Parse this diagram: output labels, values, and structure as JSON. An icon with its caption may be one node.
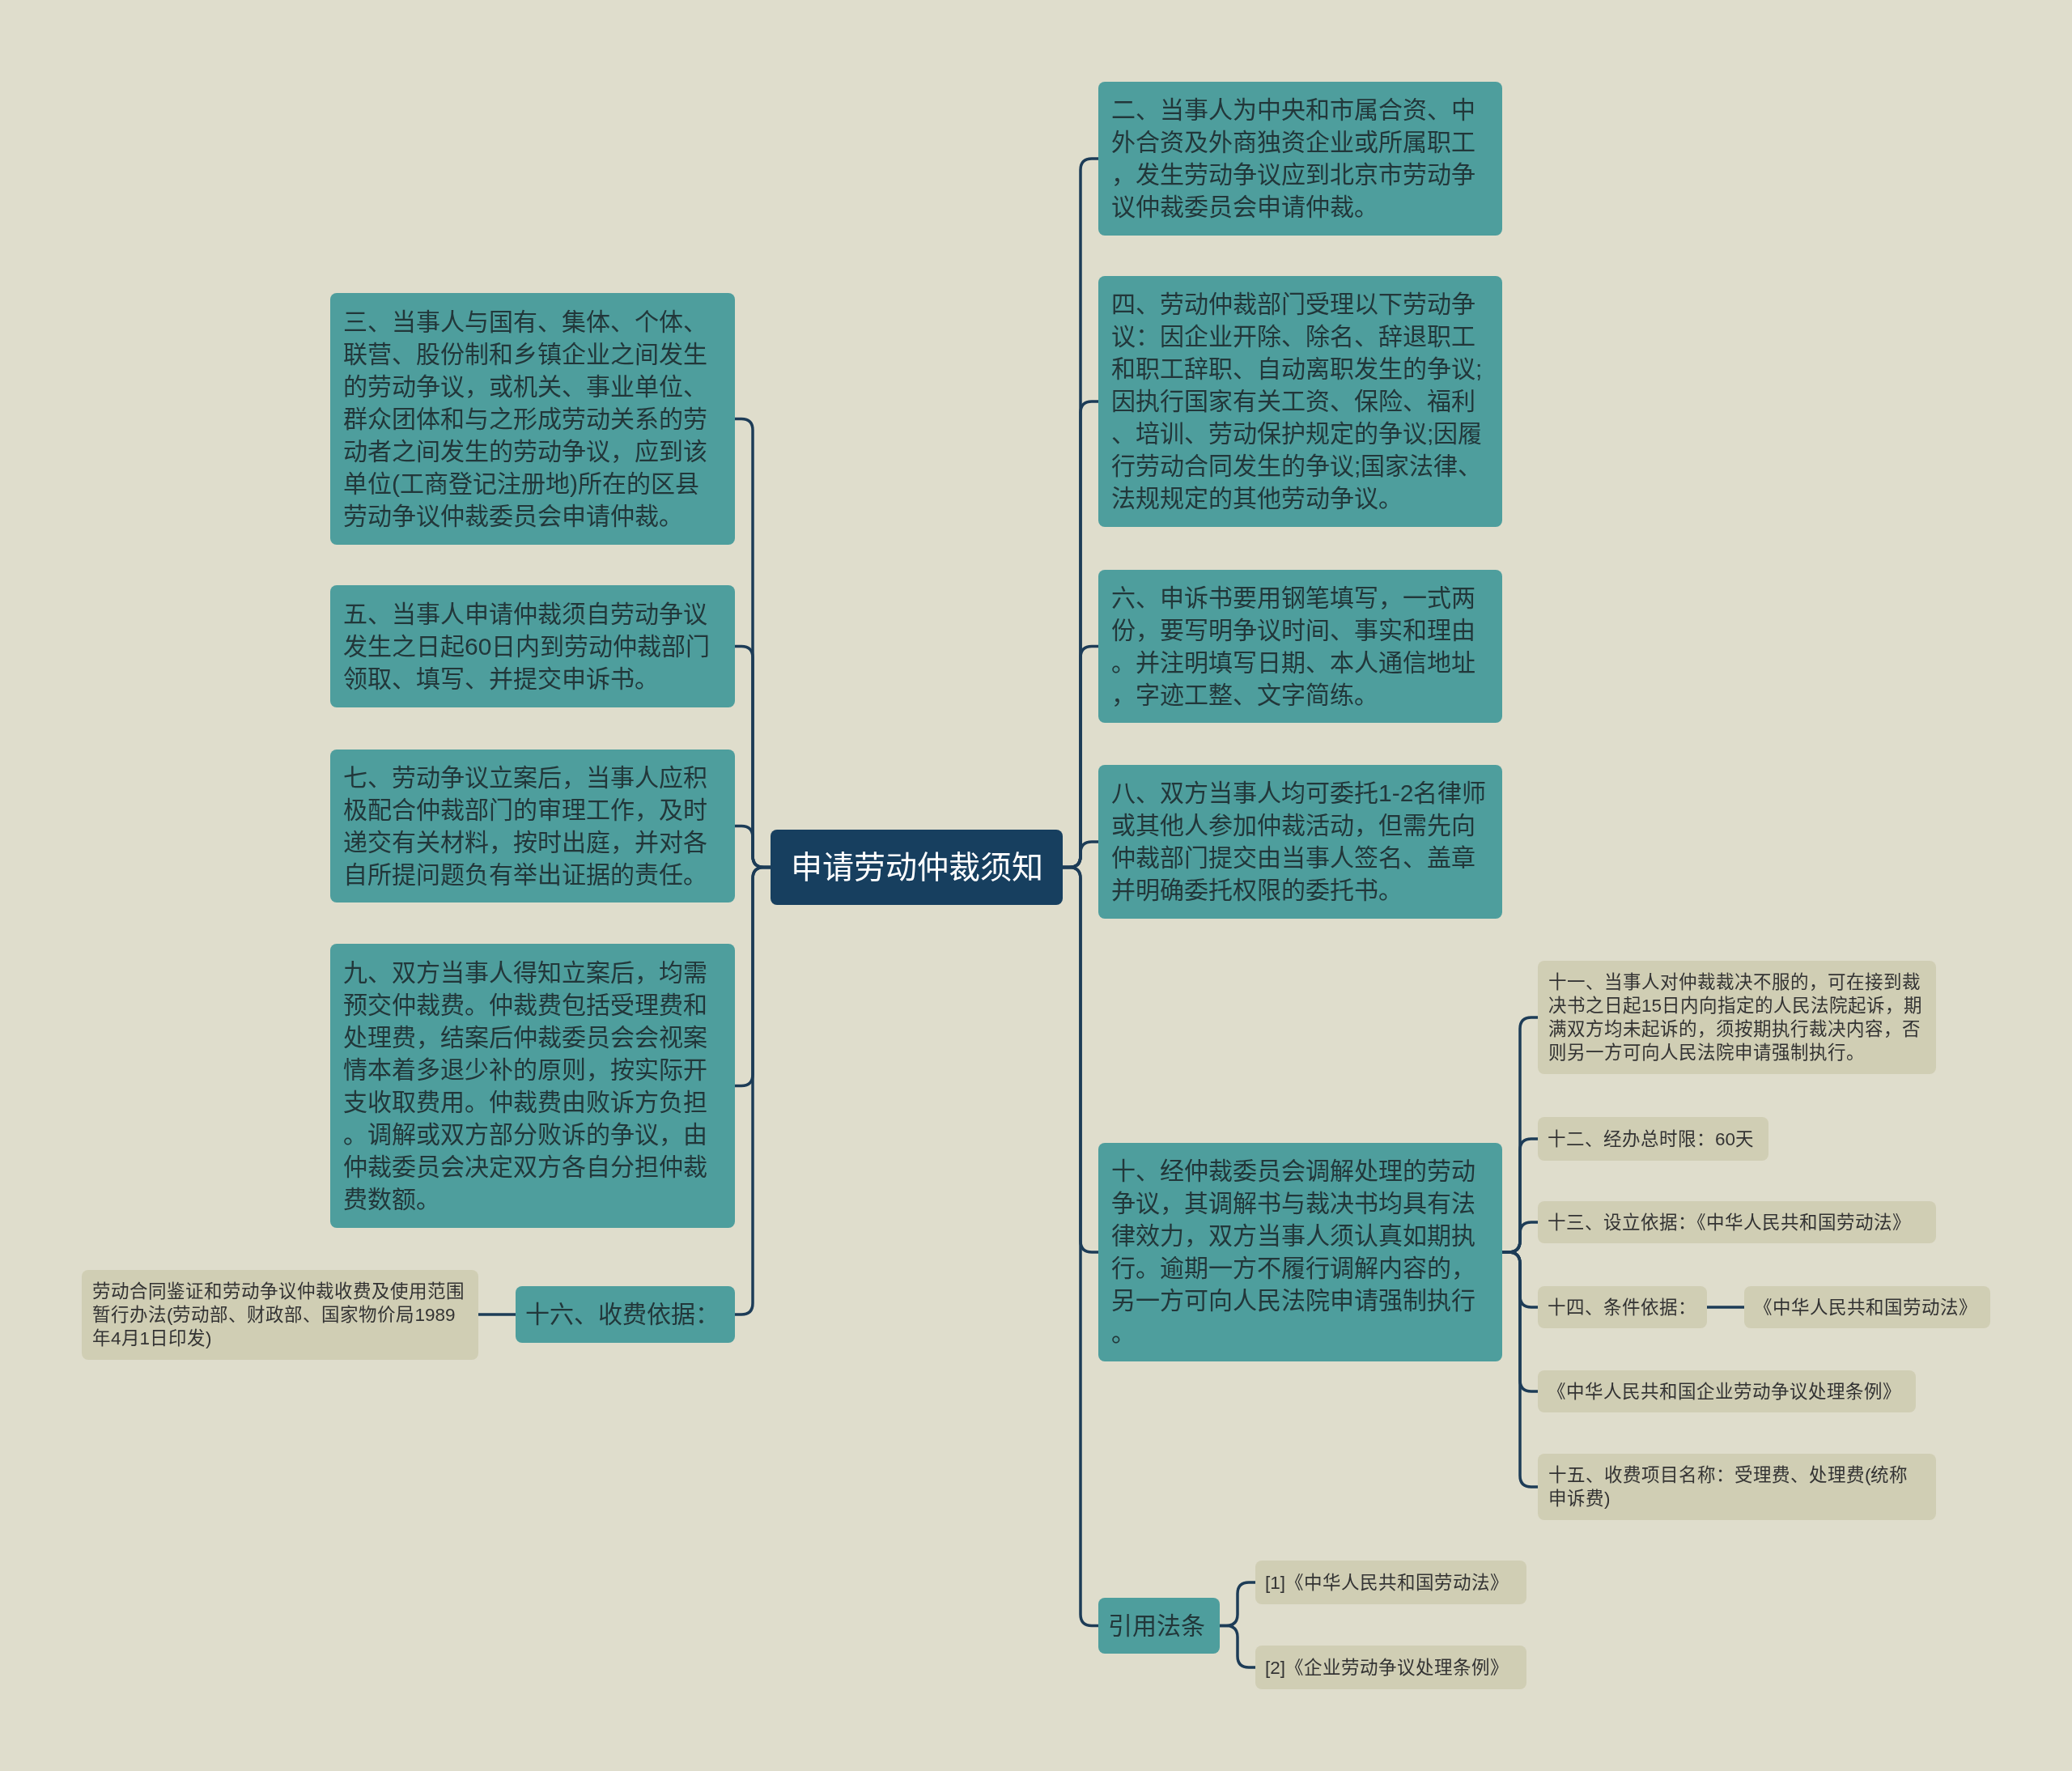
{
  "diagram": {
    "nodes": [
      {
        "text": [
          "申请劳动仲裁须知"
        ]
      },
      {
        "text": [
          "二、当事人为中央和市属合资、中外合资及外商独资企业或所属职工，发生劳动争议应到北京市劳动争议仲裁委员会申请仲裁。"
        ]
      },
      {
        "text": [
          "四、劳动仲裁部门受理以下劳动争议：因企业开除、除名、辞退职工和职工辞职、自动离职发生的争议;因执行国家有关工资、保险、福利、培训、劳动保护规定的争议;因履行劳动合同发生的争议;国家法律、法规规定的其他劳动争议。"
        ]
      },
      {
        "text": [
          "六、申诉书要用钢笔填写，一式两份，要写明争议时间、事实和理由。并注明填写日期、本人通信地址，字迹工整、文字简练。"
        ]
      },
      {
        "text": [
          "八、双方当事人均可委托1-2名律师或其他人参加仲裁活动，但需先向仲裁部门提交由当事人签名、盖章并明确委托权限的委托书。"
        ]
      },
      {
        "text": [
          "十、经仲裁委员会调解处理的劳动争议，其调解书与裁决书均具有法律效力，双方当事人须认真如期执行。逾期一方不履行调解内容的，另一方可向人民法院申请强制执行。"
        ]
      },
      {
        "text": [
          "十一、当事人对仲裁裁决不服的，可在接到裁决书之日起15日内向指定的人民法院起诉，期满双方均未起诉的，须按期执行裁决内容，否则另一方可向人民法院申请强制执行。"
        ]
      },
      {
        "text": [
          "十二、经办总时限：60天"
        ]
      },
      {
        "text": [
          "十三、设立依据：《中华人民共和国劳动法》"
        ]
      },
      {
        "text": [
          "十四、条件依据："
        ]
      },
      {
        "text": [
          "《中华人民共和国劳动法》"
        ]
      },
      {
        "text": [
          "《中华人民共和国企业劳动争议处理条例》"
        ]
      },
      {
        "text": [
          "十五、收费项目名称：受理费、处理费(统称申诉费)"
        ]
      },
      {
        "text": [
          "引用法条"
        ]
      },
      {
        "text": [
          "[1]《中华人民共和国劳动法》"
        ]
      },
      {
        "text": [
          "[2]《企业劳动争议处理条例》"
        ]
      },
      {
        "text": [
          "三、当事人与国有、集体、个体、联营、股份制和乡镇企业之间发生的劳动争议，或机关、事业单位、群众团体和与之形成劳动关系的劳动者之间发生的劳动争议，应到该单位(工商登记注册地)所在的区县劳动争议仲裁委员会申请仲裁。"
        ]
      },
      {
        "text": [
          "五、当事人申请仲裁须自劳动争议发生之日起60日内到劳动仲裁部门领取、填写、并提交申诉书。"
        ]
      },
      {
        "text": [
          "七、劳动争议立案后，当事人应积极配合仲裁部门的审理工作，及时递交有关材料，按时出庭，并对各自所提问题负有举出证据的责任。"
        ]
      },
      {
        "text": [
          "九、双方当事人得知立案后，均需预交仲裁费。仲裁费包括受理费和处理费，结案后仲裁委员会会视案情本着多退少补的原则，按实际开支收取费用。仲裁费由败诉方负担。调解或双方部分败诉的争议，由仲裁委员会决定双方各自分担仲裁费数额。"
        ]
      },
      {
        "text": [
          "十六、收费依据："
        ]
      },
      {
        "text": [
          "劳动合同鉴证和劳动争议仲裁收费及使用范围暂行办法(劳动部、财政部、国家物价局1989年4月1日印发)"
        ]
      }
    ],
    "edges": [
      {
        "from": 0,
        "to": 1,
        "arrow": "none"
      },
      {
        "from": 0,
        "to": 2,
        "arrow": "none"
      },
      {
        "from": 0,
        "to": 3,
        "arrow": "none"
      },
      {
        "from": 0,
        "to": 4,
        "arrow": "none"
      },
      {
        "from": 0,
        "to": 5,
        "arrow": "none"
      },
      {
        "from": 5,
        "to": 6,
        "arrow": "none"
      },
      {
        "from": 5,
        "to": 7,
        "arrow": "none"
      },
      {
        "from": 5,
        "to": 8,
        "arrow": "none"
      },
      {
        "from": 5,
        "to": 9,
        "arrow": "none"
      },
      {
        "from": 9,
        "to": 10,
        "arrow": "none"
      },
      {
        "from": 5,
        "to": 11,
        "arrow": "none"
      },
      {
        "from": 5,
        "to": 12,
        "arrow": "none"
      },
      {
        "from": 0,
        "to": 13,
        "arrow": "none"
      },
      {
        "from": 13,
        "to": 14,
        "arrow": "none"
      },
      {
        "from": 13,
        "to": 15,
        "arrow": "none"
      },
      {
        "from": 0,
        "to": 16,
        "arrow": "none"
      },
      {
        "from": 0,
        "to": 17,
        "arrow": "none"
      },
      {
        "from": 0,
        "to": 18,
        "arrow": "none"
      },
      {
        "from": 0,
        "to": 19,
        "arrow": "none"
      },
      {
        "from": 0,
        "to": 20,
        "arrow": "none"
      },
      {
        "from": 20,
        "to": 21,
        "arrow": "none"
      }
    ]
  }
}
